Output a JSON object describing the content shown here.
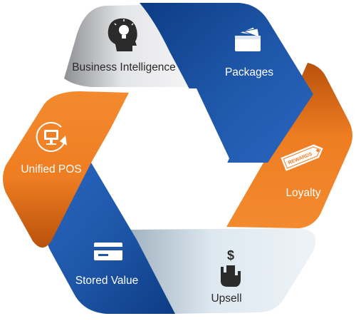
{
  "colors": {
    "blue": "#1e56a8",
    "blue_dark": "#0d3c84",
    "orange": "#ef7d22",
    "orange_dark": "#b9520c",
    "gray": "#e4e5e7",
    "gray_dark": "#8f9094",
    "pale": "#dde8f0",
    "pale_dark": "#9fb0be",
    "icon_dark": "#2b2b2b",
    "label_dark": "#2a2a2a",
    "label_light": "#ffffff"
  },
  "segments": [
    {
      "id": "business-intelligence",
      "label": "Business Intelligence",
      "icon": "head-lightbulb-icon",
      "color": "gray"
    },
    {
      "id": "packages",
      "label": "Packages",
      "icon": "wallet-cash-icon",
      "color": "blue"
    },
    {
      "id": "loyalty",
      "label": "Loyalty",
      "icon": "rewards-tag-icon",
      "color": "orange"
    },
    {
      "id": "upsell",
      "label": "Upsell",
      "icon": "hand-dollar-icon",
      "color": "pale"
    },
    {
      "id": "stored-value",
      "label": "Stored Value",
      "icon": "card-icon",
      "color": "blue"
    },
    {
      "id": "unified-pos",
      "label": "Unified POS",
      "icon": "monitor-refresh-icon",
      "color": "orange"
    }
  ],
  "tag_text": "REWARDS"
}
